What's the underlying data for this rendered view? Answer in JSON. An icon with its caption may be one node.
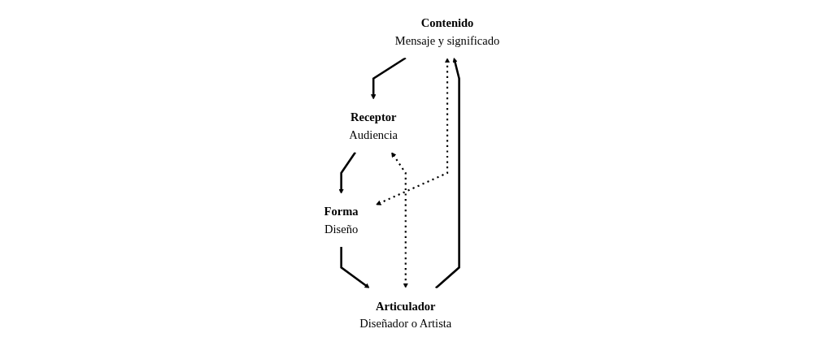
{
  "diagram": {
    "nodes": [
      {
        "text": [
          "Contenido",
          "Mensaje y significado"
        ]
      },
      {
        "text": [
          "Articulador",
          "Diseñador o Artista"
        ]
      },
      {
        "text": [
          "Receptor",
          "Audiencia"
        ]
      },
      {
        "text": [
          "Forma",
          "Diseño"
        ]
      }
    ],
    "edges": [
      {
        "from": 1,
        "to": 0,
        "arrow": "to"
      },
      {
        "from": 0,
        "to": 2,
        "arrow": "to"
      },
      {
        "from": 2,
        "to": 3,
        "arrow": "to"
      },
      {
        "from": 3,
        "to": 1,
        "arrow": "to"
      },
      {
        "from": 1,
        "to": 2,
        "arrow": "both",
        "style": "dashed"
      },
      {
        "from": 0,
        "to": 3,
        "arrow": "both",
        "style": "dashed"
      }
    ]
  }
}
